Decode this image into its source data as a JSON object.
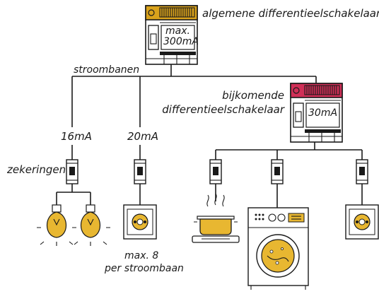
{
  "labels": {
    "main_breaker": "algemene differentieelschakelaar",
    "main_rating_line1": "max.",
    "main_rating_line2": "300mA",
    "circuits": "stroombanen",
    "extra_breaker_line1": "bijkomende",
    "extra_breaker_line2": "differentieelschakelaar",
    "extra_rating": "30mA",
    "rating_lights": "16mA",
    "rating_sockets": "20mA",
    "fuses": "zekeringen",
    "max_line1": "max. 8",
    "max_line2": "per stroombaan"
  },
  "colors": {
    "main_breaker_top": "#d9a21b",
    "extra_breaker_top": "#d02f57",
    "appliance_yellow": "#e8b731",
    "line": "#1a1a1a"
  },
  "icons": [
    "main-breaker-icon",
    "extra-breaker-icon",
    "fuse-icon",
    "light-bulb-icon",
    "wall-socket-icon",
    "cooking-pot-icon",
    "washing-machine-icon"
  ]
}
